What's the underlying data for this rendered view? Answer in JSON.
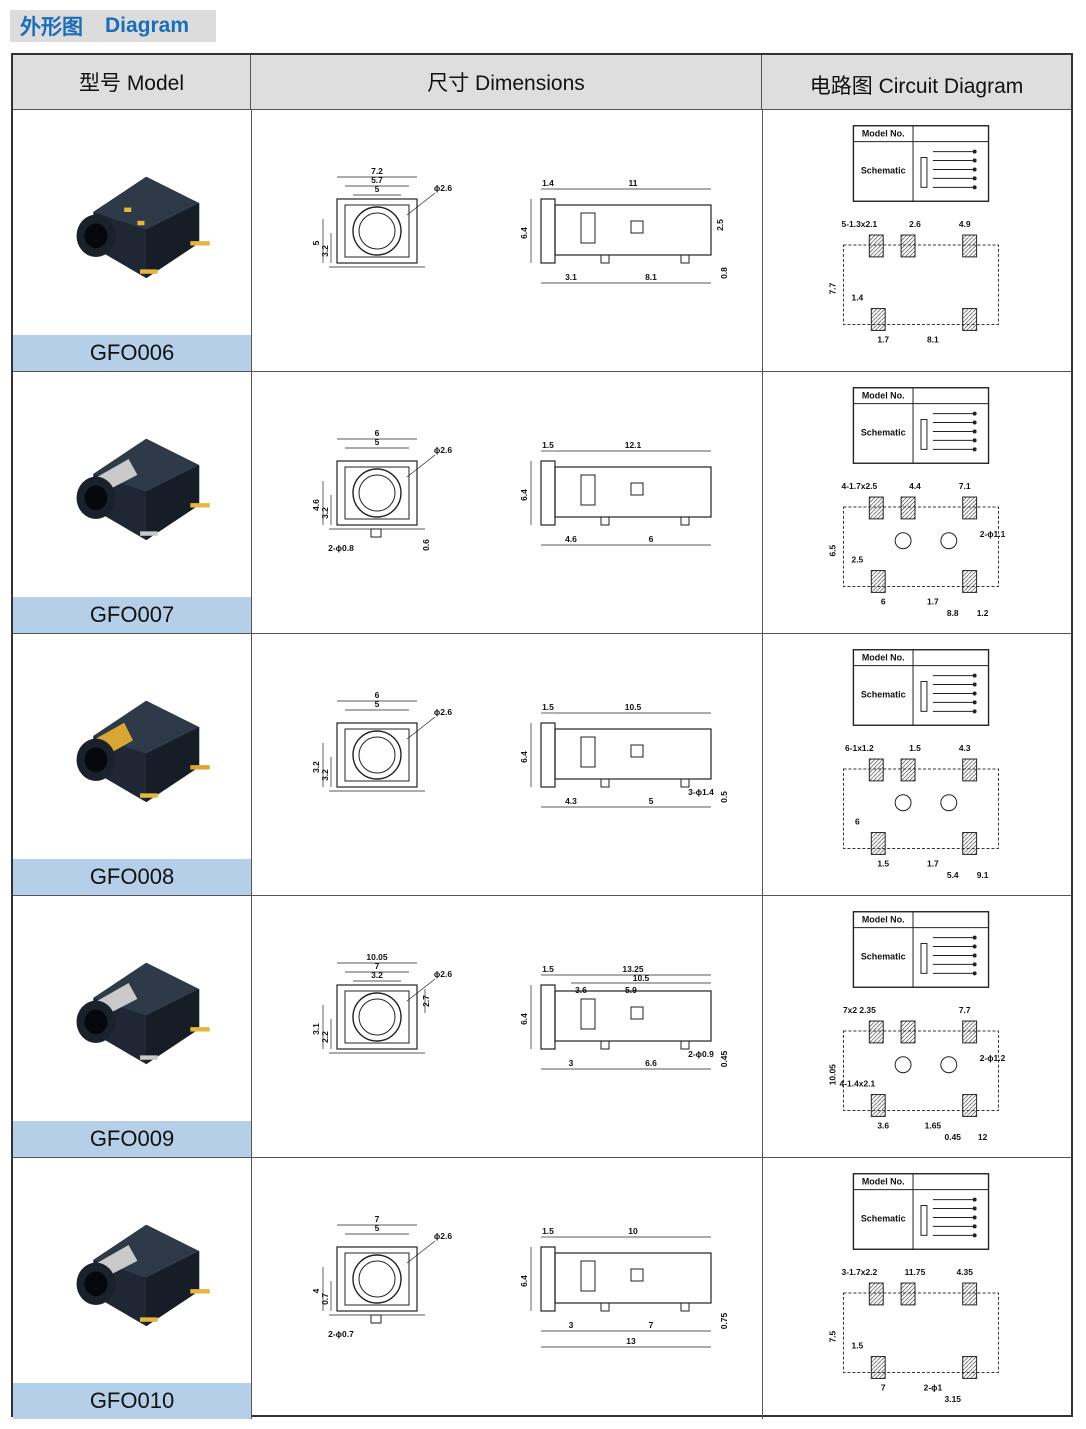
{
  "header": {
    "title_zh": "外形图",
    "title_en": "Diagram"
  },
  "columns": {
    "model": "型号 Model",
    "dimensions": "尺寸 Dimensions",
    "circuit": "电路图 Circuit Diagram"
  },
  "schematic_labels": {
    "model_no": "Model No.",
    "schematic": "Schematic"
  },
  "rows": [
    {
      "model": "GFO006",
      "front_w": "7.2",
      "front_inner": "5.7",
      "front_open": "5",
      "front_dia": "ϕ2.6",
      "front_h1": "5",
      "front_h2": "3.2",
      "side_a": "1.4",
      "side_len": "11",
      "side_h": "6.4",
      "side_r": "2.5",
      "side_b1": "3.1",
      "side_b2": "8.1",
      "side_p": "0.8",
      "circ_pads": "5-1.3x2.1",
      "circ_a": "2.6",
      "circ_b": "4.9",
      "circ_c": "1.4",
      "circ_d": "1.7",
      "circ_e": "8.1",
      "circ_h": "7.7"
    },
    {
      "model": "GFO007",
      "front_w": "6",
      "front_inner": "5",
      "front_dia": "ϕ2.6",
      "front_h1": "4.6",
      "front_h2": "3.2",
      "front_pin": "2-ϕ0.8",
      "front_pin_h": "0.6",
      "side_a": "1.5",
      "side_len": "12.1",
      "side_h": "6.4",
      "side_b1": "4.6",
      "side_b2": "6",
      "circ_a": "4.4",
      "circ_b": "7.1",
      "circ_pads": "4-1.7x2.5",
      "circ_holes": "2-ϕ1.1",
      "circ_c": "2.5",
      "circ_d": "6",
      "circ_e": "1.7",
      "circ_f": "8.8",
      "circ_h": "6.5",
      "circ_g": "1.2"
    },
    {
      "model": "GFO008",
      "front_w": "6",
      "front_inner": "5",
      "front_dia": "ϕ2.6",
      "front_h1": "3.2",
      "front_h2": "3.2",
      "side_a": "1.5",
      "side_len": "10.5",
      "side_h": "6.4",
      "side_b1": "4.3",
      "side_b2": "5",
      "side_p": "0.5",
      "side_pins": "3-ϕ1.4",
      "circ_a": "1.5",
      "circ_pads": "6-1x1.2",
      "circ_b": "4.3",
      "circ_c": "6",
      "circ_d": "1.5",
      "circ_e": "1.7",
      "circ_f": "5.4",
      "circ_g": "9.1"
    },
    {
      "model": "GFO009",
      "front_w": "10.05",
      "front_inner": "7",
      "front_open": "3.2",
      "front_dia": "ϕ2.6",
      "front_h1": "3.1",
      "front_h2": "2.2",
      "front_r": "2.7",
      "side_len": "13.25",
      "side_a": "1.5",
      "side_inner": "10.5",
      "side_c": "3.6",
      "side_d": "5.9",
      "side_h": "6.4",
      "side_pins": "2-ϕ0.9",
      "side_b1": "3",
      "side_b2": "6.6",
      "side_p": "0.45",
      "circ_pads": "7x2 2.35",
      "circ_b": "7.7",
      "circ_c": "4-1.4x2.1",
      "circ_holes": "2-ϕ1.2",
      "circ_d": "3.6",
      "circ_h": "10.05",
      "circ_e": "1.65",
      "circ_f": "0.45",
      "circ_g": "12"
    },
    {
      "model": "GFO010",
      "front_w": "7",
      "front_inner": "5",
      "front_dia": "ϕ2.6",
      "front_h1": "4",
      "front_h2": "0.7",
      "front_pin": "2-ϕ0.7",
      "side_a": "1.5",
      "side_len": "10",
      "side_h": "6.4",
      "side_b1": "3",
      "side_b2": "7",
      "side_total": "13",
      "side_p": "0.75",
      "circ_pads": "3-1.7x2.2",
      "circ_a": "11.75",
      "circ_b": "4.35",
      "circ_c": "1.5",
      "circ_h": "7.5",
      "circ_d": "7",
      "circ_e": "2-ϕ1",
      "circ_f": "3.15"
    }
  ],
  "colors": {
    "header_blue": "#1a6db8",
    "label_bg": "#b5cfe8",
    "head_bg": "#dedede",
    "jack_dark": "#1e2733",
    "gold": "#d8a632",
    "silver": "#c9c9c9"
  },
  "icons": [
    "jack-photo",
    "dimension-drawing",
    "circuit-schematic"
  ]
}
